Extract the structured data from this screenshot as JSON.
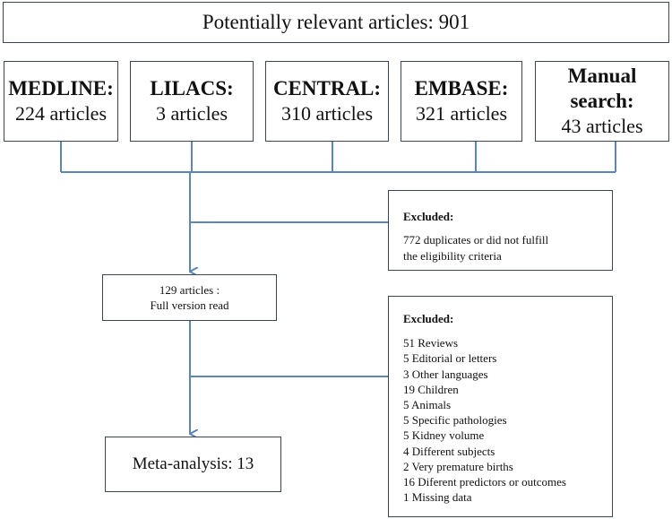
{
  "top": {
    "text": "Potentially relevant articles: 901"
  },
  "sources": [
    {
      "name": "MEDLINE:",
      "count": "224 articles"
    },
    {
      "name": "LILACS:",
      "count": "3 articles"
    },
    {
      "name": "CENTRAL:",
      "count": "310 articles"
    },
    {
      "name": "EMBASE:",
      "count": "321 articles"
    },
    {
      "name": "Manual search:",
      "count": "43 articles"
    }
  ],
  "excluded_1": {
    "heading": "Excluded:",
    "lines": [
      "772 duplicates or did not fulfill",
      "the eligibility criteria"
    ]
  },
  "full_read": {
    "line1": "129 articles :",
    "line2": "Full version read"
  },
  "excluded_2": {
    "heading": "Excluded:",
    "items": [
      "51 Reviews",
      "5 Editorial or letters",
      "3 Other languages",
      "19 Children",
      "5 Animals",
      "5 Specific pathologies",
      "5 Kidney volume",
      "4 Different subjects",
      "2 Very premature births",
      "16 Diferent predictors or outcomes",
      "1 Missing data"
    ]
  },
  "meta": {
    "text": "Meta-analysis: 13"
  },
  "colors": {
    "connector": "#5b86b7",
    "box_border": "#3d4650"
  }
}
